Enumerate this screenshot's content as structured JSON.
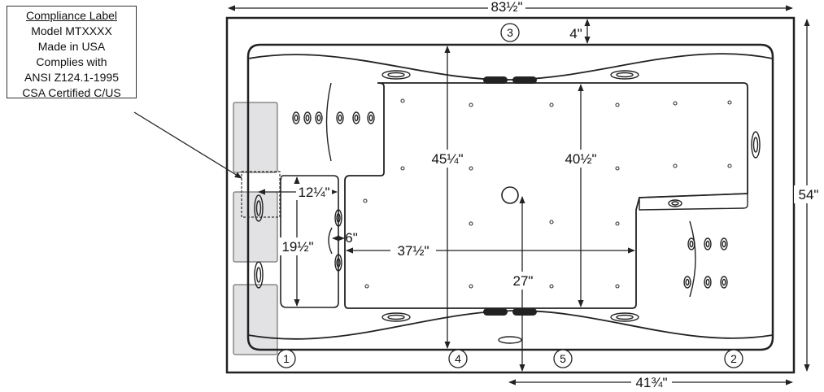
{
  "compliance_label": {
    "title": "Compliance Label",
    "lines": [
      "Model MTXXXX",
      "Made in USA",
      "Complies with",
      "ANSI Z124.1-1995",
      "CSA Certified C/US"
    ]
  },
  "dimensions": {
    "overall_width": "83½\"",
    "overall_depth": "54\"",
    "rim_depth": "4\"",
    "interior_depth": "45¼\"",
    "floor_depth": "40½\"",
    "drain_offset_y": "27\"",
    "drain_offset_x": "41¾\"",
    "seat_width": "12¼\"",
    "seat_height": "19½\"",
    "step_width": "6\"",
    "floor_length": "37½\""
  },
  "callouts": [
    "1",
    "2",
    "3",
    "4",
    "5"
  ]
}
